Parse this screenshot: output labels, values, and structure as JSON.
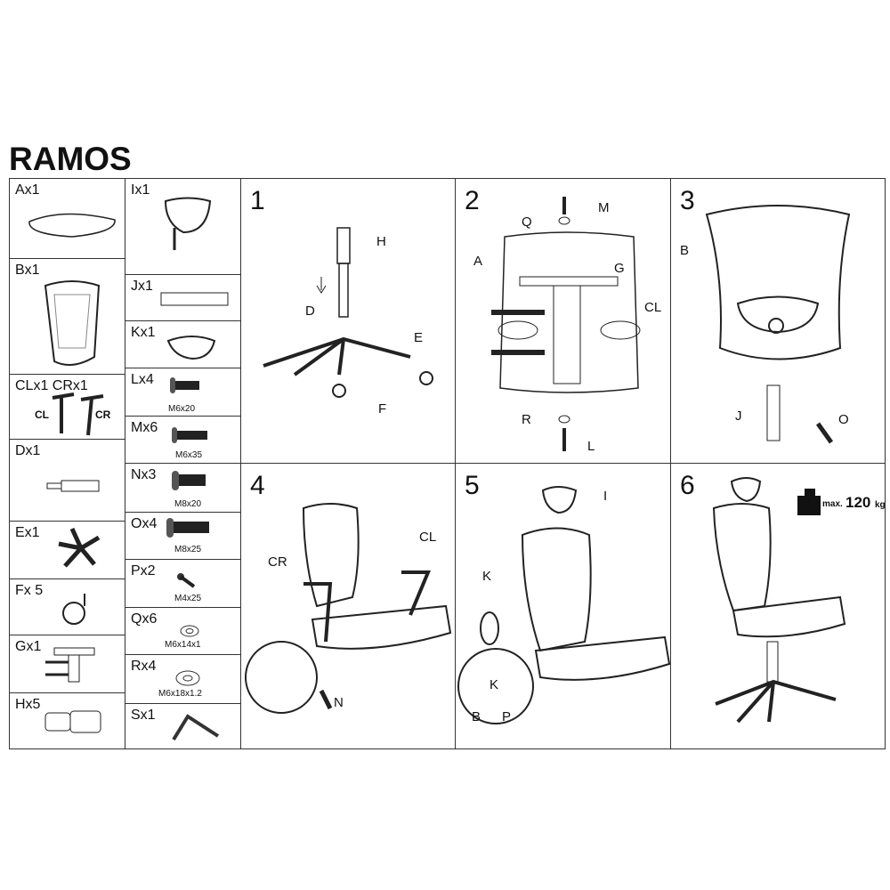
{
  "title": "RAMOS",
  "parts_col1": [
    {
      "label": "Ax1"
    },
    {
      "label": "Bx1"
    },
    {
      "label": "CLx1  CRx1",
      "sub_left": "CL",
      "sub_right": "CR"
    },
    {
      "label": "Dx1"
    },
    {
      "label": "Ex1"
    },
    {
      "label": "Fx 5"
    },
    {
      "label": "Gx1"
    },
    {
      "label": "Hx5"
    }
  ],
  "parts_col2": [
    {
      "label": "Ix1",
      "spec": ""
    },
    {
      "label": "Jx1",
      "spec": ""
    },
    {
      "label": "Kx1",
      "spec": ""
    },
    {
      "label": "Lx4",
      "spec": "M6x20"
    },
    {
      "label": "Mx6",
      "spec": "M6x35"
    },
    {
      "label": "Nx3",
      "spec": "M8x20"
    },
    {
      "label": "Ox4",
      "spec": "M8x25"
    },
    {
      "label": "Px2",
      "spec": "M4x25"
    },
    {
      "label": "Qx6",
      "spec": "M6x14x1"
    },
    {
      "label": "Rx4",
      "spec": "M6x18x1.2"
    },
    {
      "label": "Sx1",
      "spec": ""
    }
  ],
  "steps": [
    {
      "number": "1",
      "callouts": [
        "H",
        "D",
        "E",
        "F"
      ]
    },
    {
      "number": "2",
      "callouts": [
        "M",
        "Q",
        "A",
        "G",
        "CL",
        "R",
        "L"
      ]
    },
    {
      "number": "3",
      "callouts": [
        "B",
        "J",
        "O"
      ]
    },
    {
      "number": "4",
      "callouts": [
        "CR",
        "CL",
        "N"
      ]
    },
    {
      "number": "5",
      "callouts": [
        "I",
        "K",
        "K",
        "B",
        "P"
      ]
    },
    {
      "number": "6",
      "callouts": [],
      "max_label": "max.",
      "max_value": "120",
      "max_unit": "kg"
    }
  ]
}
